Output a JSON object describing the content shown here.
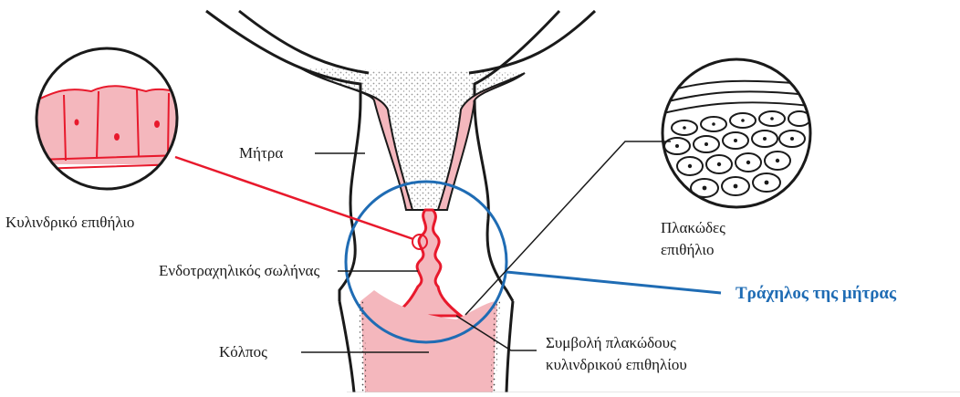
{
  "labels": {
    "columnar_epithelium": "Κυλινδρικό επιθήλιο",
    "uterus": "Μήτρα",
    "endocervical_canal": "Ενδοτραχηλικός σωλήνας",
    "vagina": "Κόλπος",
    "squamous_epithelium": "Πλακώδες\nεπιθήλιο",
    "cervix": "Τράχηλος της μήτρας",
    "squamocolumnar_junction": "Συμβολή πλακώδους\nκυλινδρικού επιθηλίου"
  },
  "colors": {
    "tissue_pink": "#f4b7bd",
    "epithelium_red": "#e8192c",
    "highlight_blue": "#1f6cb4",
    "outline": "#1a1a1a"
  }
}
